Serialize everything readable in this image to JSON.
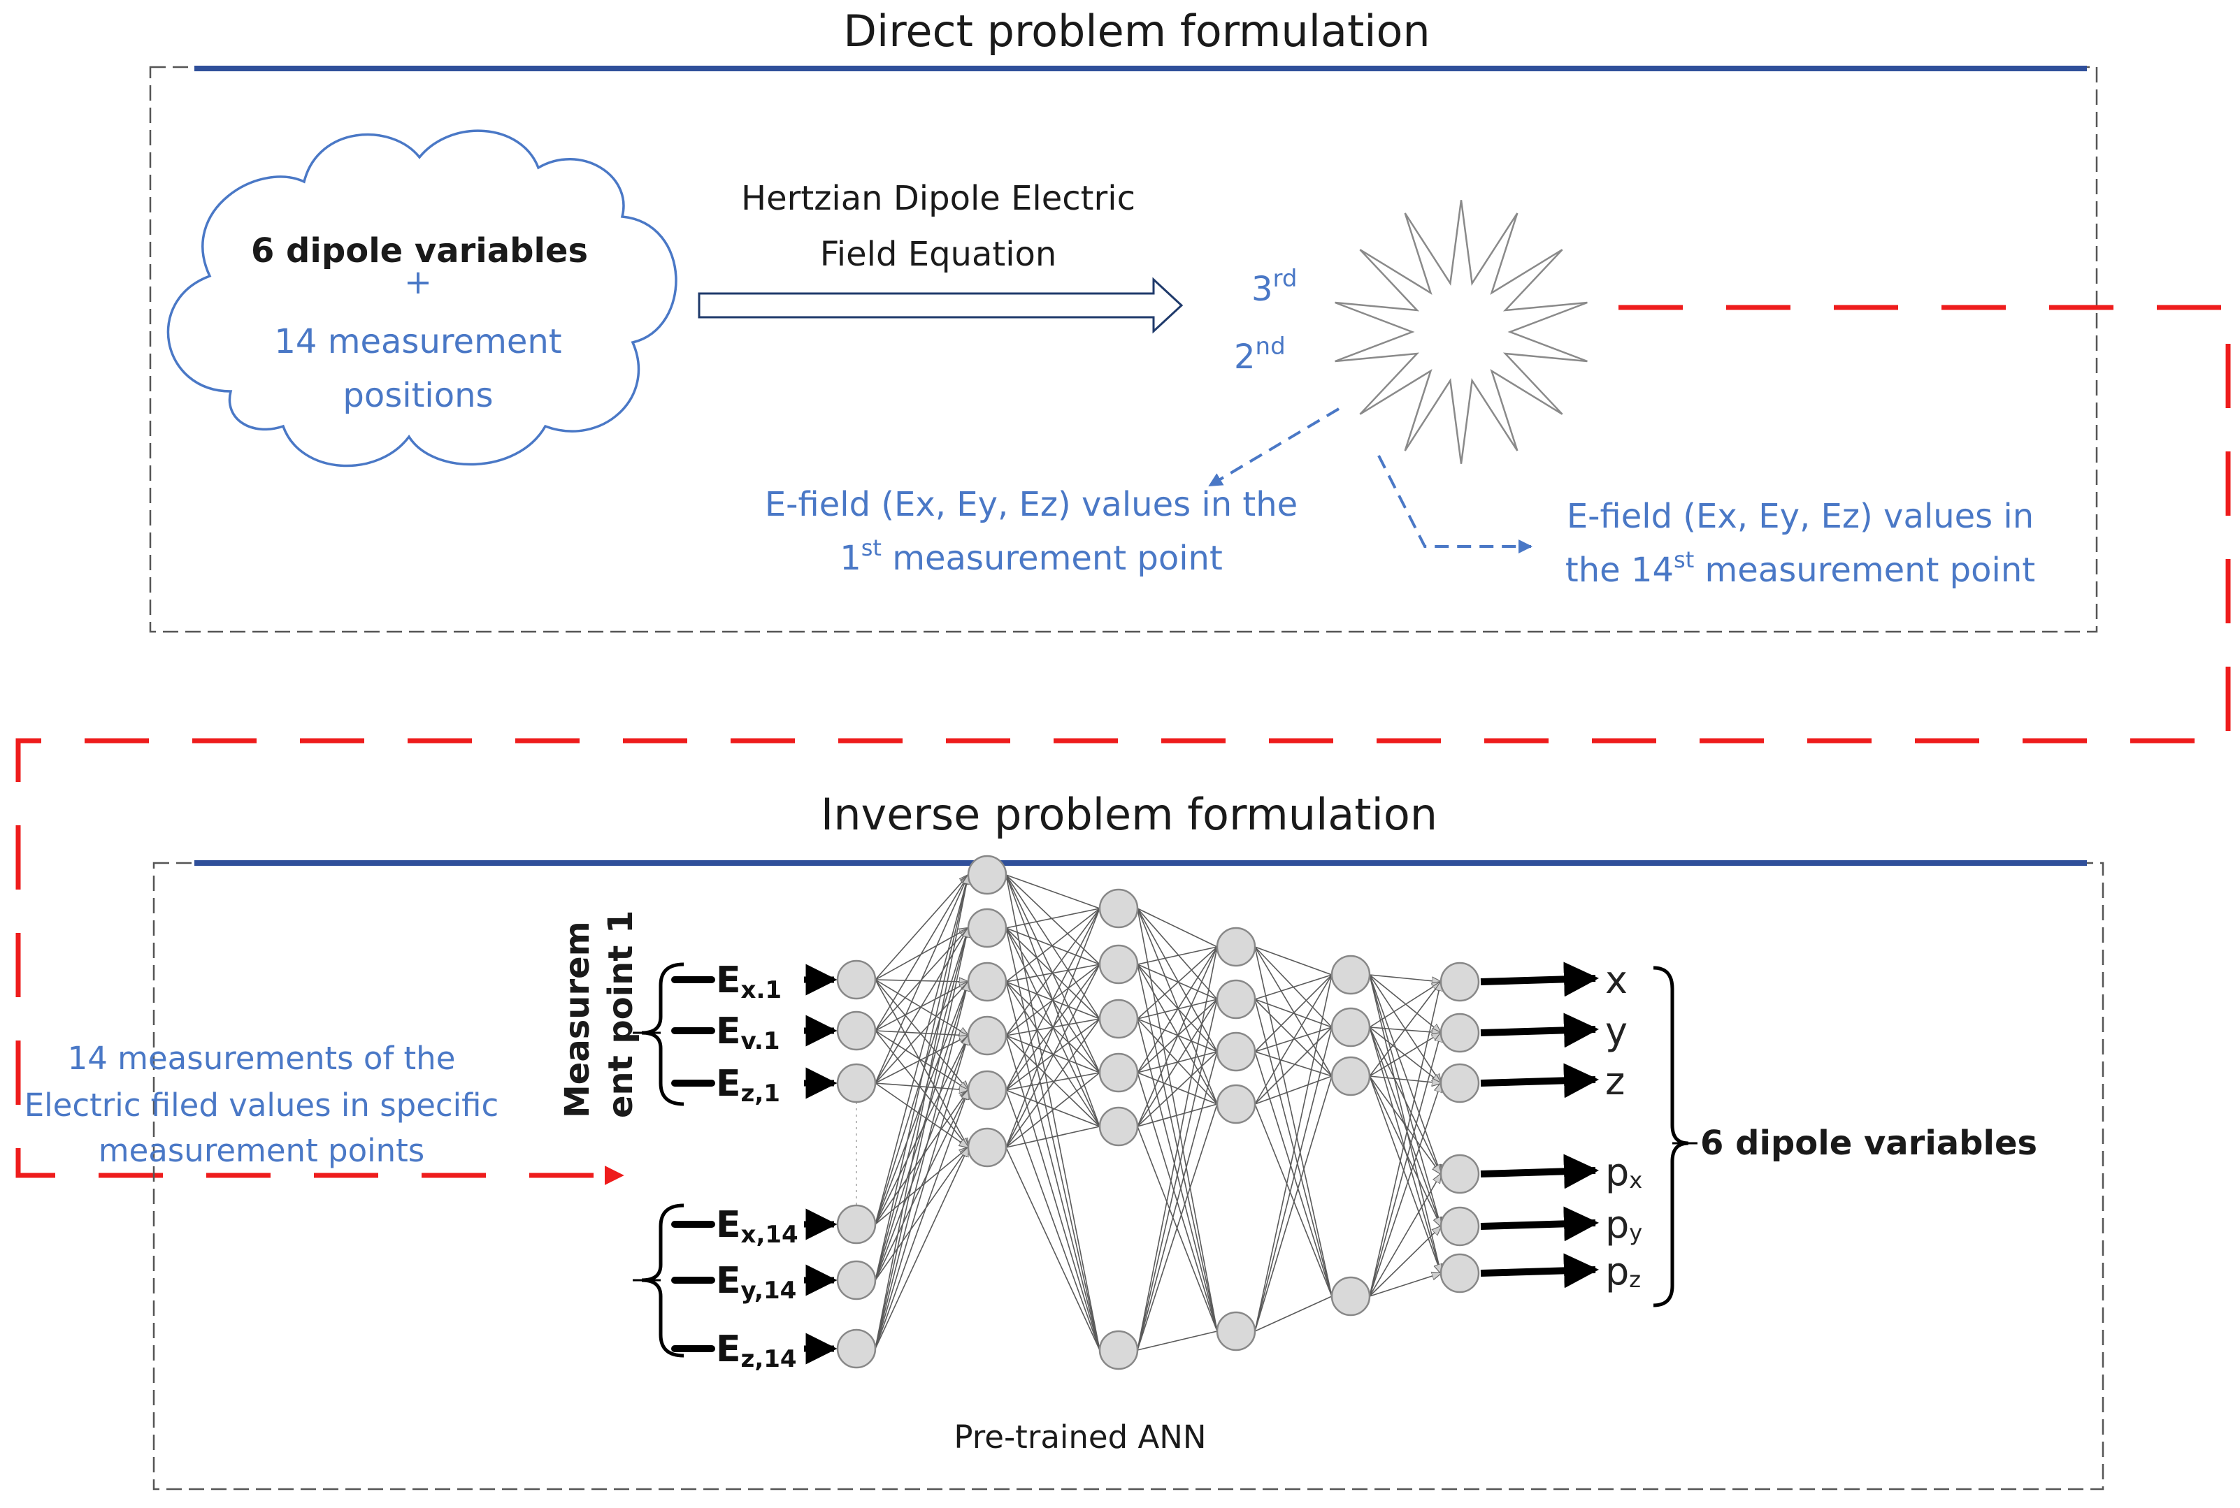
{
  "direct": {
    "title": "Direct problem formulation",
    "cloud_line1": "6 dipole variables",
    "cloud_plus": "+",
    "cloud_line2": "14 measurement",
    "cloud_line3": "positions",
    "arrow_label_1": "Hertzian Dipole Electric",
    "arrow_label_2": "Field Equation",
    "ord_3": "3",
    "ord_3_sup": "rd",
    "ord_2": "2",
    "ord_2_sup": "nd",
    "efield_first_1": "E-field (Ex, Ey, Ez) values in the",
    "efield_first_2a": "1",
    "efield_first_2sup": "st",
    "efield_first_2b": " measurement point",
    "efield_last_1": "E-field (Ex, Ey, Ez) values in",
    "efield_last_2a": "the 14",
    "efield_last_2sup": "st",
    "efield_last_2b": " measurement point"
  },
  "inverse": {
    "title": "Inverse problem formulation",
    "measurement_label_1": "Measurem",
    "measurement_label_2": "ent point 1",
    "left_note_1": "14 measurements of the",
    "left_note_2": "Electric filed values in specific",
    "left_note_3": "measurement points",
    "inputs": [
      {
        "main": "E",
        "sub": "x.1"
      },
      {
        "main": "E",
        "sub": "v.1"
      },
      {
        "main": "E",
        "sub": "z,1"
      },
      {
        "main": "E",
        "sub": "x,14"
      },
      {
        "main": "E",
        "sub": "y,14"
      },
      {
        "main": "E",
        "sub": "z,14"
      }
    ],
    "outputs": [
      {
        "main": "x",
        "sub": ""
      },
      {
        "main": "y",
        "sub": ""
      },
      {
        "main": "z",
        "sub": ""
      },
      {
        "main": "p",
        "sub": "x"
      },
      {
        "main": "p",
        "sub": "y"
      },
      {
        "main": "p",
        "sub": "z"
      }
    ],
    "output_group_label": "6 dipole variables",
    "ann_label": "Pre-trained ANN"
  },
  "colors": {
    "accent_blue": "#4a78c6",
    "flow_red": "#ee1c1c",
    "node_fill": "#d9d9d9"
  }
}
